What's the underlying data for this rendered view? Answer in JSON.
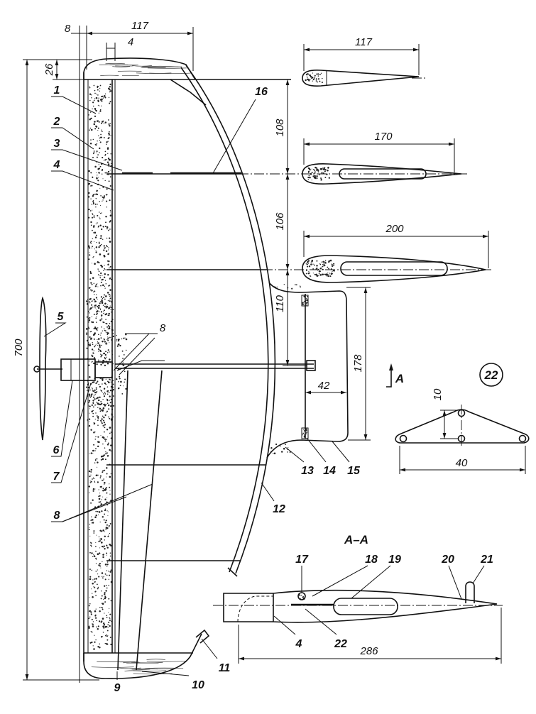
{
  "dimensions": {
    "root_offset": "8",
    "tip_chord": "117",
    "spar_offset": "4",
    "tip_width": "26",
    "span": "700",
    "rib_spacing_1": "108",
    "rib_spacing_2": "106",
    "rib_spacing_3": "110",
    "fin_height": "178",
    "fin_width": "42",
    "boom_offset": "8",
    "profile_tip_chord": "117",
    "profile_mid_chord": "170",
    "profile_root_chord": "200",
    "plate_height": "10",
    "plate_width": "40",
    "section_length": "286"
  },
  "callouts": [
    "1",
    "2",
    "3",
    "4",
    "5",
    "6",
    "7",
    "8",
    "9",
    "10",
    "11",
    "12",
    "13",
    "14",
    "15",
    "16",
    "17",
    "18",
    "19",
    "20",
    "21",
    "22",
    "4"
  ],
  "section_title": "A–A",
  "view_arrow_label": "A",
  "detail_id": "22"
}
